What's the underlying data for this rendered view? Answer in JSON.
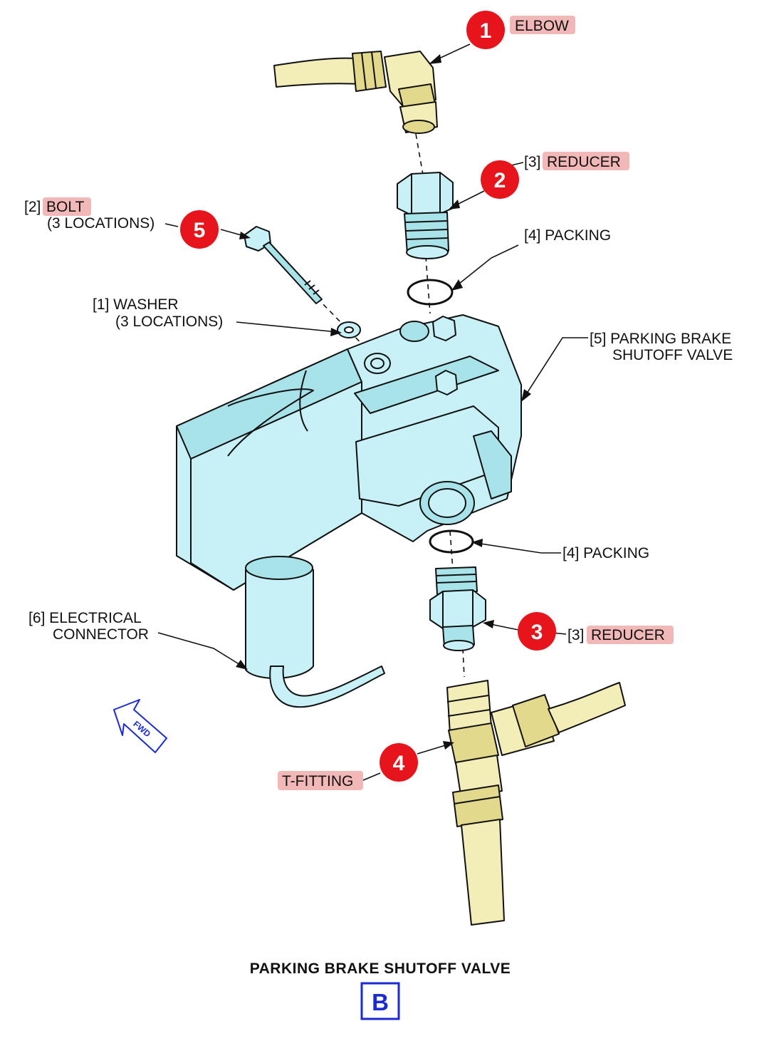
{
  "callouts": [
    {
      "number": "1",
      "prefix": "",
      "name": "ELBOW"
    },
    {
      "number": "2",
      "prefix": "[3]",
      "name": "REDUCER"
    },
    {
      "number": "3",
      "prefix": "[3]",
      "name": "REDUCER"
    },
    {
      "number": "4",
      "prefix": "",
      "name": "T-FITTING"
    },
    {
      "number": "5",
      "prefix": "[2]",
      "name": "BOLT",
      "sub": "(3 LOCATIONS)"
    }
  ],
  "labels": {
    "packing_top": "[4] PACKING",
    "packing_bottom": "[4] PACKING",
    "washer_line1": "[1] WASHER",
    "washer_line2": "(3 LOCATIONS)",
    "valve_line1": "[5] PARKING BRAKE",
    "valve_line2": "SHUTOFF VALVE",
    "connector_line1": "[6] ELECTRICAL",
    "connector_line2": "CONNECTOR"
  },
  "fwd_arrow": "FWD",
  "caption": "PARKING BRAKE SHUTOFF VALVE",
  "view_letter": "B",
  "colors": {
    "callout_red": "#e8141c",
    "highlight_pink": "#f2b8b8",
    "part_cyan": "#c7f1f6",
    "fitting_tan": "#f3edb8",
    "view_blue": "#1a2bd6"
  }
}
